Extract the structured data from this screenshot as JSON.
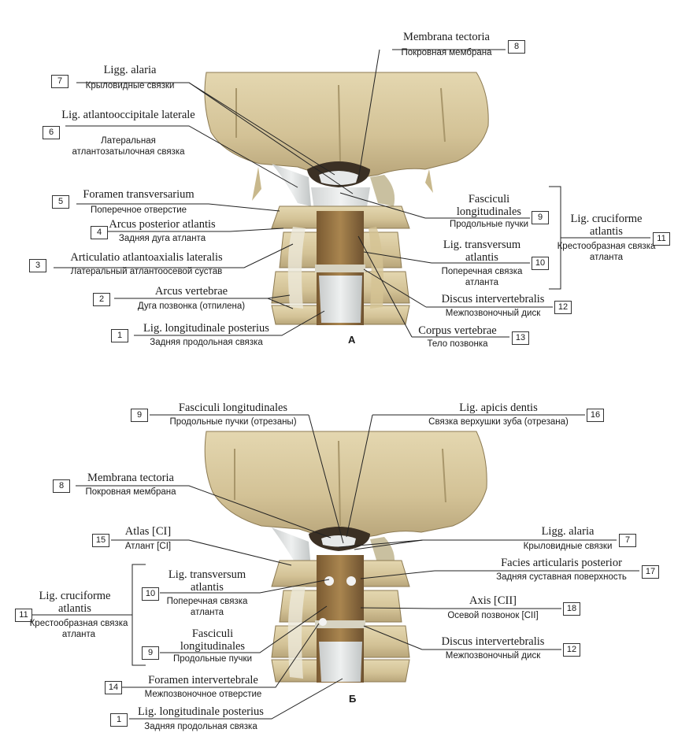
{
  "panels": [
    {
      "id": "А",
      "labels": [
        {
          "num": "8",
          "latin": "Membrana tectoria",
          "russian": "Покровная мембрана"
        },
        {
          "num": "7",
          "latin": "Ligg. alaria",
          "russian": "Крыловидные связки"
        },
        {
          "num": "6",
          "latin": "Lig. atlantooccipitale laterale",
          "russian": "Латеральная атлантозатылочная связка"
        },
        {
          "num": "5",
          "latin": "Foramen transversarium",
          "russian": "Поперечное отверстие"
        },
        {
          "num": "4",
          "latin": "Arcus posterior atlantis",
          "russian": "Задняя дуга атланта"
        },
        {
          "num": "3",
          "latin": "Articulatio atlantoaxialis lateralis",
          "russian": "Латеральный атлантоосевой сустав"
        },
        {
          "num": "2",
          "latin": "Arcus vertebrae",
          "russian": "Дуга позвонка (отпилена)"
        },
        {
          "num": "1",
          "latin": "Lig. longitudinale posterius",
          "russian": "Задняя продольная связка"
        },
        {
          "num": "9",
          "latin": "Fasciculi longitudinales",
          "russian": "Продольные пучки"
        },
        {
          "num": "10",
          "latin": "Lig. transversum atlantis",
          "russian": "Поперечная связка атланта"
        },
        {
          "num": "11",
          "latin": "Lig. cruciforme atlantis",
          "russian": "Крестообразная связка атланта"
        },
        {
          "num": "12",
          "latin": "Discus intervertebralis",
          "russian": "Межпозвоночный диск"
        },
        {
          "num": "13",
          "latin": "Corpus vertebrae",
          "russian": "Тело позвонка"
        }
      ]
    },
    {
      "id": "Б",
      "labels": [
        {
          "num": "9",
          "latin": "Fasciculi longitudinales",
          "russian": "Продольные пучки (отрезаны)"
        },
        {
          "num": "16",
          "latin": "Lig. apicis dentis",
          "russian": "Связка верхушки зуба (отрезана)"
        },
        {
          "num": "8",
          "latin": "Membrana tectoria",
          "russian": "Покровная мембрана"
        },
        {
          "num": "15",
          "latin": "Atlas [CI]",
          "russian": "Атлант [CI]"
        },
        {
          "num": "7",
          "latin": "Ligg. alaria",
          "russian": "Крыловидные связки"
        },
        {
          "num": "17",
          "latin": "Facies articularis posterior",
          "russian": "Задняя суставная поверхность"
        },
        {
          "num": "10",
          "latin": "Lig. transversum atlantis",
          "russian": "Поперечная связка атланта"
        },
        {
          "num": "11",
          "latin": "Lig. cruciforme atlantis",
          "russian": "Крестообразная связка атланта"
        },
        {
          "num": "18",
          "latin": "Axis [CII]",
          "russian": "Осевой позвонок [CII]"
        },
        {
          "num": "9",
          "latin": "Fasciculi longitudinales",
          "russian": "Продольные пучки"
        },
        {
          "num": "12",
          "latin": "Discus intervertebralis",
          "russian": "Межпозвоночный диск"
        },
        {
          "num": "14",
          "latin": "Foramen intervertebrale",
          "russian": "Межпозвоночное отверстие"
        },
        {
          "num": "1",
          "latin": "Lig. longitudinale posterius",
          "russian": "Задняя продольная связка"
        }
      ]
    }
  ],
  "colors": {
    "bone": "#d9caa0",
    "bone_shadow": "#a8966a",
    "ligament": "#dfe2e2",
    "leader": "#222222"
  }
}
